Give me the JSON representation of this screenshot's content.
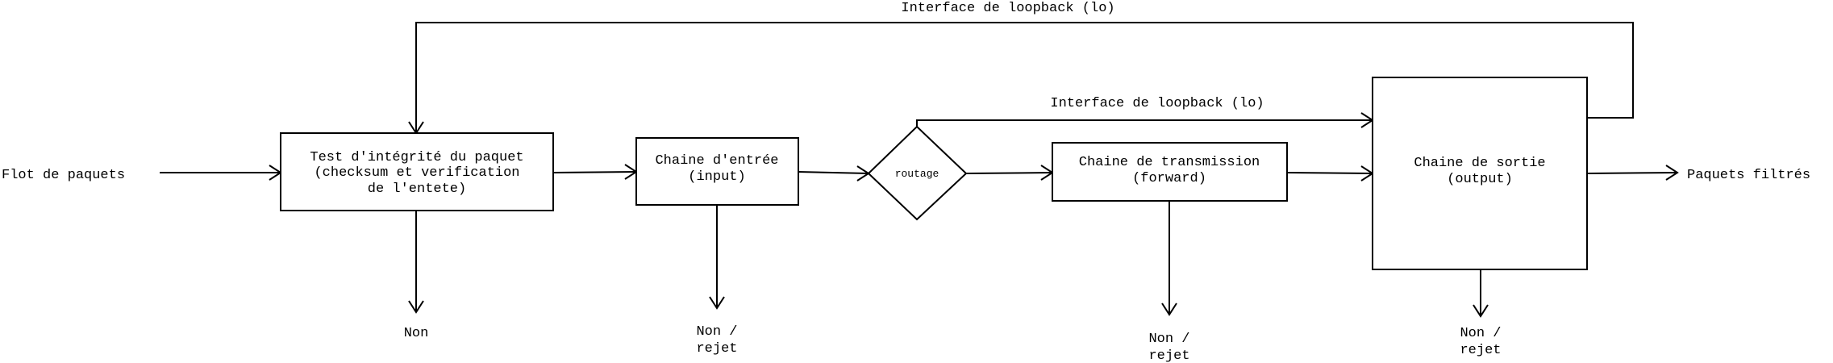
{
  "diagram": {
    "loopback_top_label": "Interface de loopback (lo)",
    "loopback_mid_label": "Interface de loopback (lo)",
    "input_label": "Flot de paquets",
    "output_label": "Paquets filtrés",
    "integrity_box": {
      "line1": "Test d'intégrité du paquet",
      "line2": "(checksum et verification",
      "line3": "de l'entete)"
    },
    "input_chain_box": {
      "line1": "Chaine d'entrée",
      "line2": "(input)"
    },
    "routing_diamond": "routage",
    "forward_chain_box": {
      "line1": "Chaine de transmission",
      "line2": "(forward)"
    },
    "output_chain_box": {
      "line1": "Chaine de sortie",
      "line2": "(output)"
    },
    "reject_integrity": "Non",
    "reject_input": {
      "line1": "Non /",
      "line2": "rejet"
    },
    "reject_forward": {
      "line1": "Non /",
      "line2": "rejet"
    },
    "reject_output": {
      "line1": "Non /",
      "line2": "rejet"
    }
  }
}
